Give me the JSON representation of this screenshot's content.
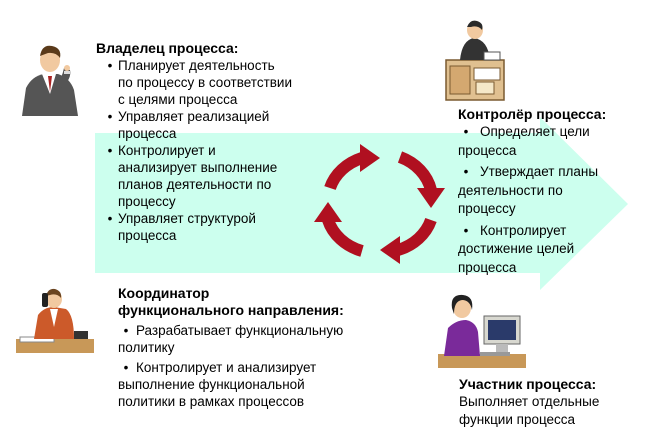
{
  "owner": {
    "title": "Владелец процесса:",
    "items": [
      [
        "Планирует деятельность",
        "по процессу в соответствии",
        "с целями процесса"
      ],
      [
        "Управляет реализацией",
        "процесса"
      ],
      [
        "Контролирует и",
        "анализирует выполнение",
        "планов деятельности по",
        "процессу"
      ],
      [
        "Управляет структурой",
        "процесса"
      ]
    ]
  },
  "controller": {
    "title": "Контролёр процесса:",
    "items": [
      [
        "Определяет цели",
        "процесса"
      ],
      [
        "Утверждает планы",
        "деятельности по",
        "процессу"
      ],
      [
        "Контролирует",
        "достижение целей",
        "процесса"
      ]
    ]
  },
  "coordinator": {
    "title_lines": [
      "Координатор",
      "функционального направления:"
    ],
    "items": [
      [
        "Разрабатывает функциональную",
        "политику"
      ],
      [
        "Контролирует и анализирует",
        "выполнение функциональной",
        "политики в рамках процессов"
      ]
    ]
  },
  "participant": {
    "title": "Участник процесса:",
    "lines": [
      "Выполняет отдельные",
      "функции процесса"
    ]
  },
  "bullet": "•",
  "colors": {
    "band": "#ccffee",
    "cycle": "#b01020"
  },
  "icons": [
    "businessman-watch-icon",
    "desk-worker-icon",
    "phone-man-icon",
    "computer-woman-icon",
    "cycle-arrows-icon"
  ]
}
